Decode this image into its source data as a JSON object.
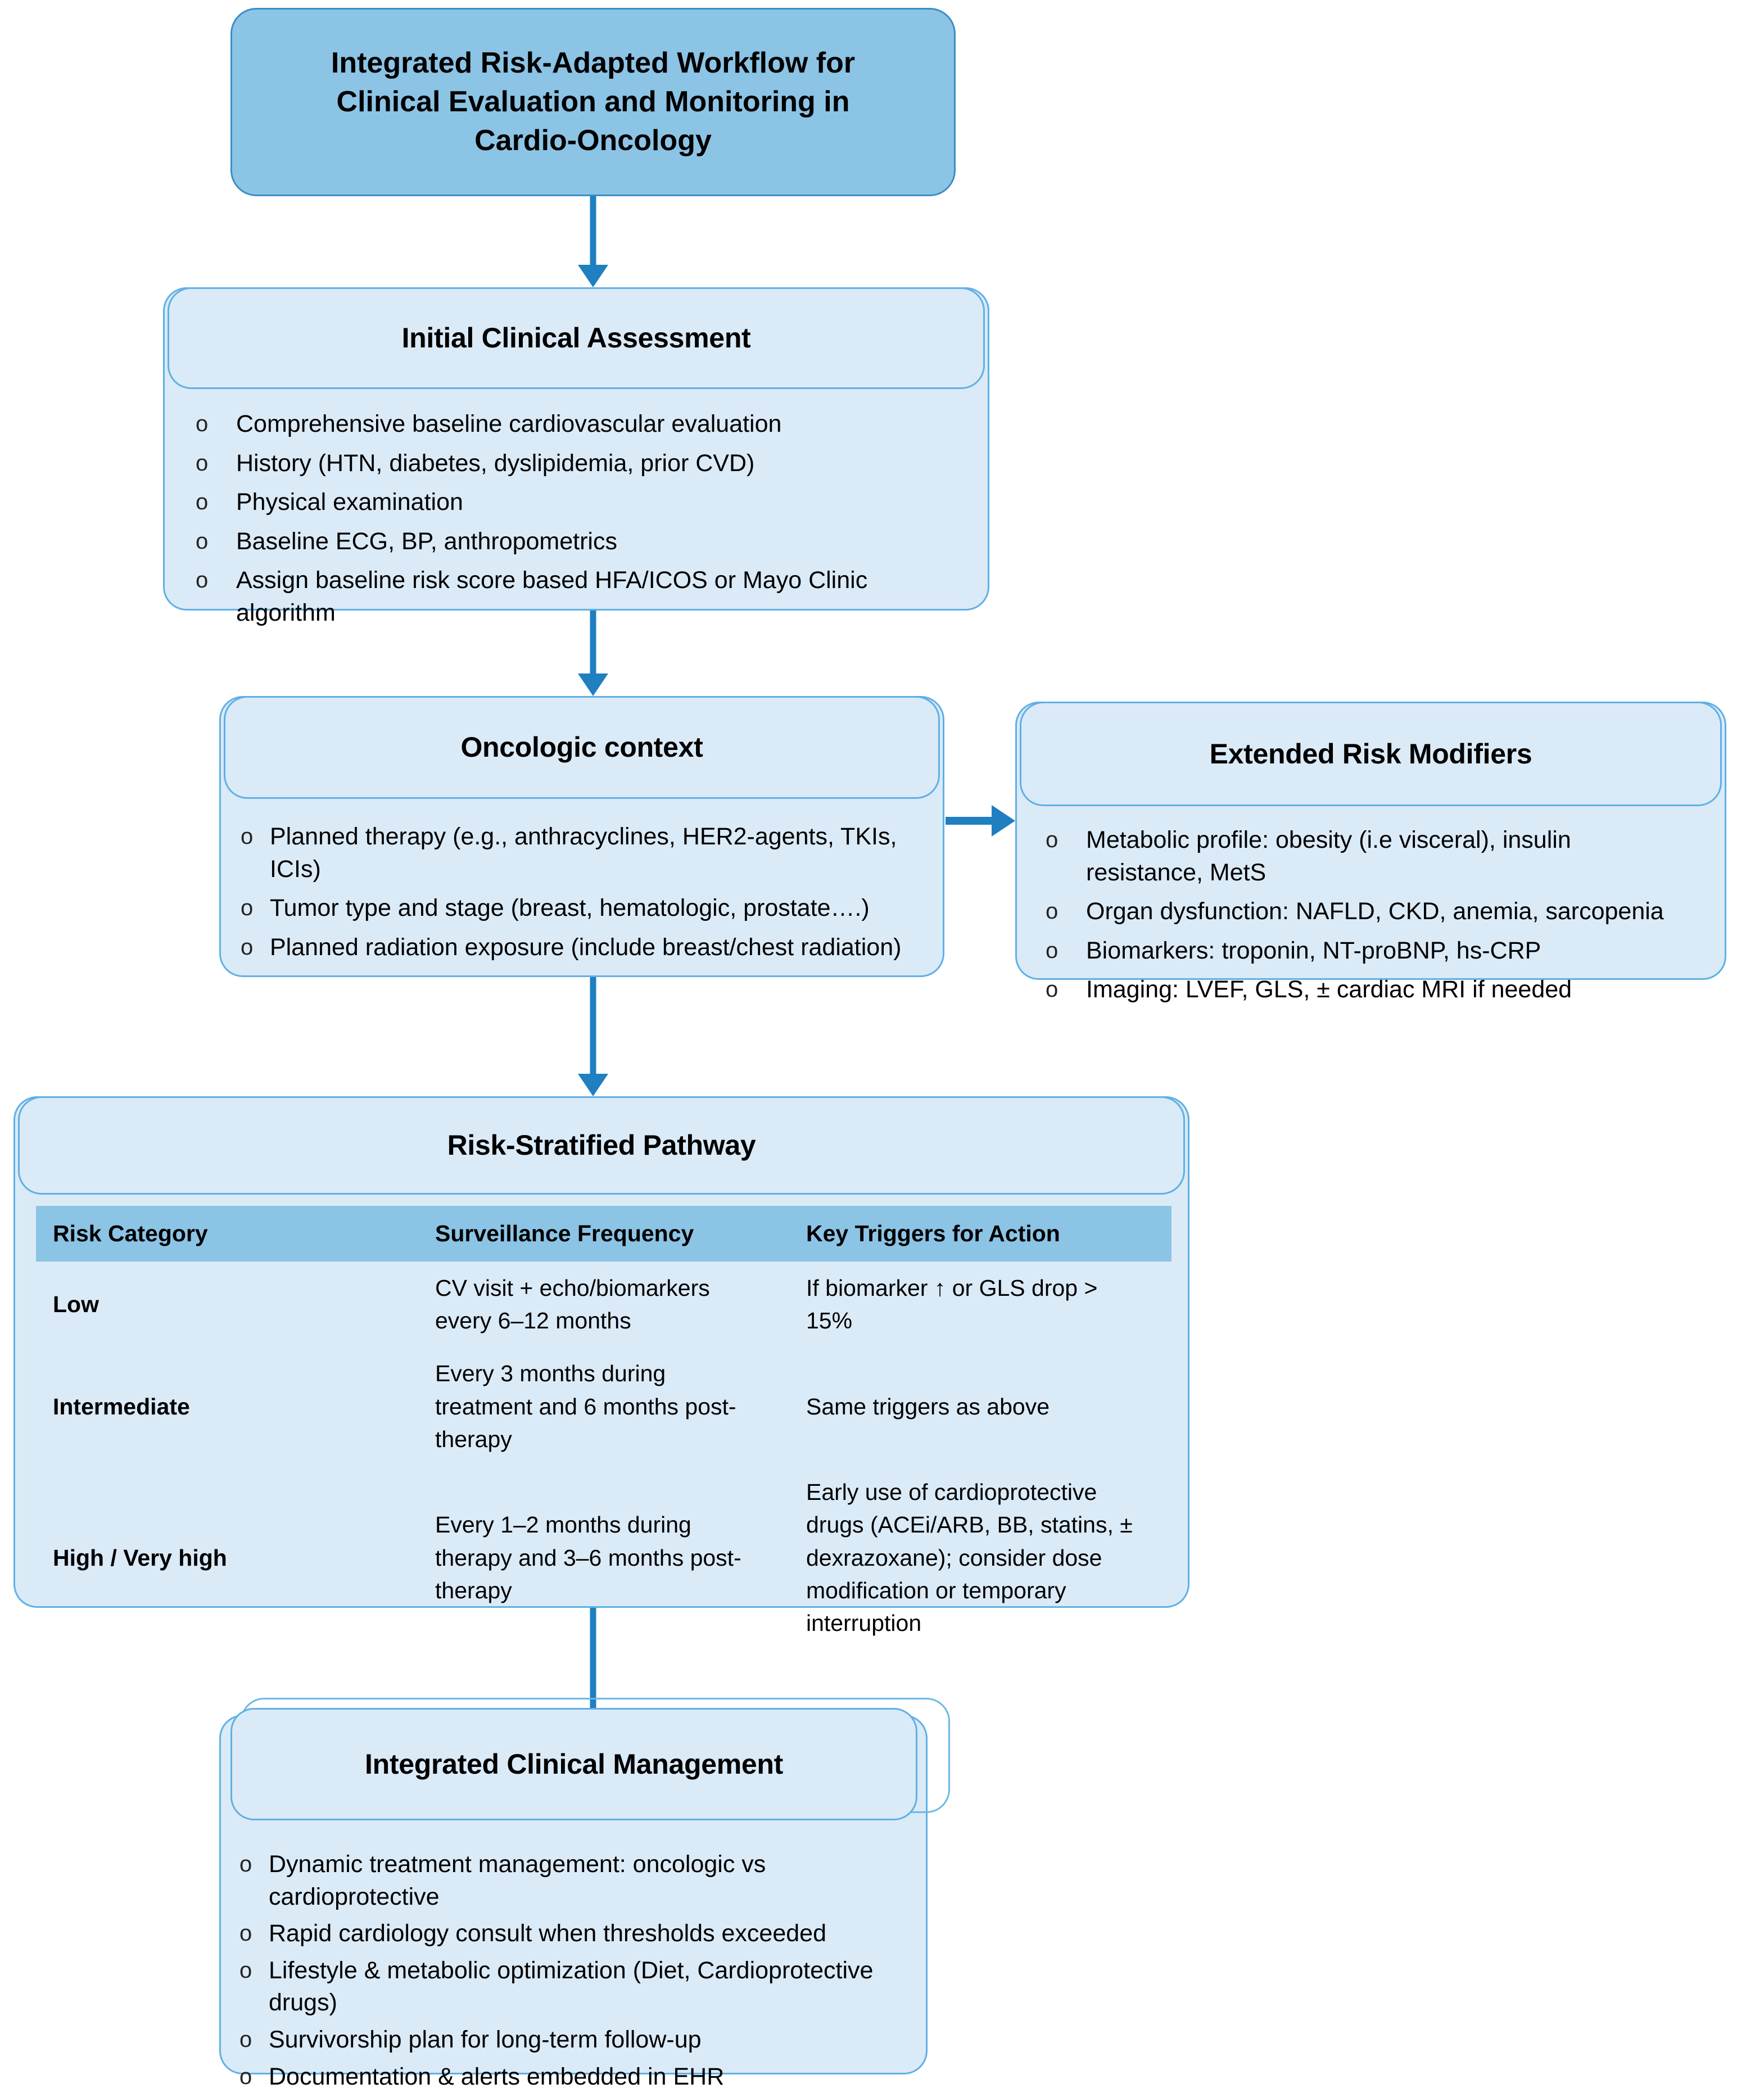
{
  "diagram": {
    "title_box": {
      "text": "Integrated Risk-Adapted Workflow for Clinical Evaluation and Monitoring in Cardio-Oncology",
      "line1": "Integrated Risk-Adapted Workflow for",
      "line2": "Clinical Evaluation and Monitoring in",
      "line3": "Cardio-Oncology",
      "fill_color": "#8cc4e6",
      "border_color": "#3a8fc4"
    },
    "colors": {
      "node_fill": "#dbeaf7",
      "node_border": "#5fb0e5",
      "accent": "#8cc4e6",
      "arrow": "#1f7fc0",
      "text": "#000000"
    },
    "bullet_marker": "o",
    "nodes": [
      {
        "id": "initial-clinical-assessment",
        "title": "Initial Clinical Assessment",
        "items": [
          "Comprehensive baseline cardiovascular evaluation",
          "History (HTN, diabetes, dyslipidemia, prior CVD)",
          "Physical examination",
          "Baseline ECG, BP, anthropometrics",
          "Assign baseline risk score based HFA/ICOS or Mayo Clinic algorithm"
        ]
      },
      {
        "id": "oncologic-context",
        "title": "Oncologic context",
        "items": [
          "Planned therapy (e.g., anthracyclines, HER2-agents, TKIs, ICIs)",
          "Tumor type and stage (breast, hematologic, prostate….)",
          "Planned radiation exposure (include breast/chest radiation)"
        ]
      },
      {
        "id": "extended-risk-modifiers",
        "title": "Extended Risk Modifiers",
        "items": [
          "Metabolic profile: obesity (i.e visceral), insulin resistance, MetS",
          "Organ dysfunction: NAFLD, CKD, anemia, sarcopenia",
          "Biomarkers: troponin, NT-proBNP, hs-CRP",
          "Imaging: LVEF, GLS, ± cardiac MRI if needed"
        ]
      },
      {
        "id": "risk-stratified-pathway",
        "title": "Risk-Stratified Pathway"
      },
      {
        "id": "integrated-clinical-management",
        "title": "Integrated Clinical Management",
        "items": [
          "Dynamic treatment management: oncologic vs cardioprotective",
          "Rapid cardiology consult when thresholds exceeded",
          "Lifestyle & metabolic optimization (Diet, Cardioprotective drugs)",
          "Survivorship plan for long-term follow-up",
          "Documentation & alerts embedded in EHR"
        ]
      }
    ],
    "risk_table": {
      "headers": [
        "Risk Category",
        "Surveillance Frequency",
        "Key Triggers for Action"
      ],
      "rows": [
        {
          "category": "Low",
          "frequency": "CV visit + echo/biomarkers every 6–12 months",
          "triggers": "If biomarker ↑ or GLS drop > 15%"
        },
        {
          "category": "Intermediate",
          "frequency": "Every 3 months during treatment and 6 months post-therapy",
          "triggers": "Same triggers as above"
        },
        {
          "category": "High / Very high",
          "frequency": "Every 1–2 months during therapy and 3–6 months post-therapy",
          "triggers": "Early use of cardioprotective drugs (ACEi/ARB, BB, statins, ± dexrazoxane); consider dose modification or temporary interruption"
        }
      ]
    },
    "connectors": [
      {
        "id": "title-to-assessment",
        "kind": "arrow-down"
      },
      {
        "id": "assessment-to-oncologic",
        "kind": "arrow-down"
      },
      {
        "id": "oncologic-to-modifiers",
        "kind": "arrow-right"
      },
      {
        "id": "oncologic-to-pathway",
        "kind": "arrow-down"
      },
      {
        "id": "pathway-to-management",
        "kind": "arrow-down"
      }
    ]
  }
}
